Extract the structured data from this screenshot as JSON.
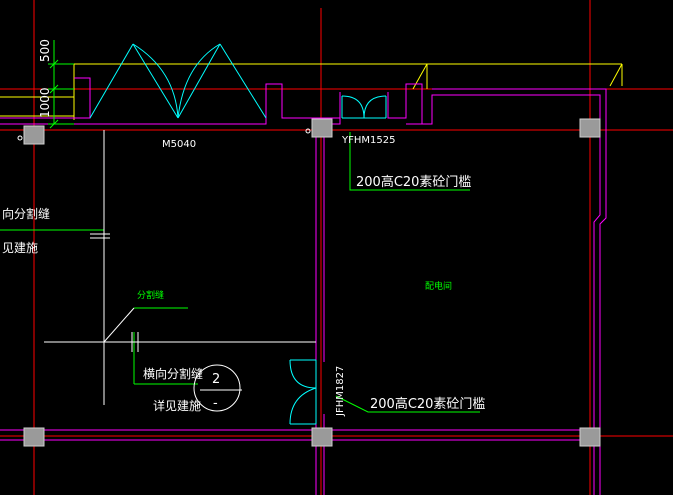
{
  "dimensions": {
    "top": "500",
    "side": "1000"
  },
  "labels": {
    "door_m5040": "M5040",
    "door_yfhm1525": "YFHM1525",
    "door_jfhm1827": "JFHM1827",
    "threshold_top": "200高C20素砼门槛",
    "threshold_bottom": "200高C20素砼门槛",
    "left_joint_line1": "向分割缝",
    "left_joint_line2": "见建施",
    "joint_label": "分割缝",
    "room_name": "配电间",
    "lateral_joint": "横向分割缝",
    "see_architecture": "详见建施",
    "detail_number": "2",
    "detail_sheet": "-"
  },
  "colors": {
    "background": "#000000",
    "grid": "#ff0000",
    "wall": "#ff00ff",
    "outline": "#ffff00",
    "door": "#00ffff",
    "text": "#ffffff",
    "green": "#00ff00",
    "column": "#9a9a9a"
  }
}
